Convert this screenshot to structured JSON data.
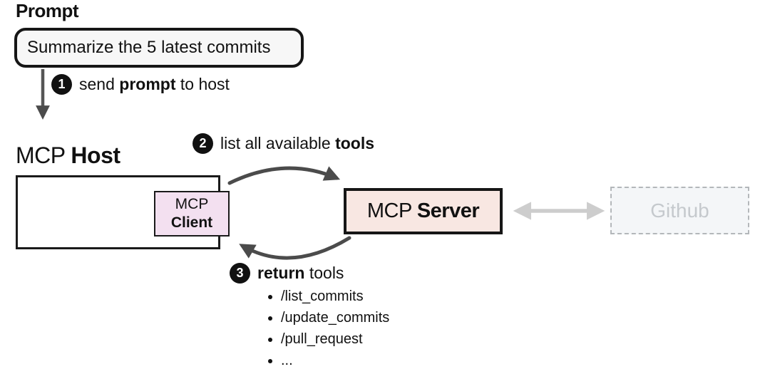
{
  "prompt": {
    "title": "Prompt",
    "box_text": "Summarize the 5 latest commits"
  },
  "steps": {
    "step1": {
      "number": "1",
      "pre": "send ",
      "bold": "prompt",
      "post": " to host"
    },
    "step2": {
      "number": "2",
      "pre": "list all available ",
      "bold": "tools",
      "post": ""
    },
    "step3": {
      "number": "3",
      "pre": "",
      "bold": "return",
      "post": " tools"
    }
  },
  "host": {
    "label_regular": "MCP ",
    "label_bold": "Host"
  },
  "client": {
    "line1": "MCP",
    "line2": "Client"
  },
  "server": {
    "label_regular": "MCP ",
    "label_bold": "Server"
  },
  "github": {
    "label": "Github"
  },
  "tools": [
    "/list_commits",
    "/update_commits",
    "/pull_request",
    "..."
  ],
  "colors": {
    "client_fill": "#f3e0f0",
    "server_fill": "#f8e7e2",
    "prompt_fill": "#f7f7f7",
    "github_fill": "#f4f6f8",
    "github_border": "#b3b7ba",
    "github_text": "#c5c9cd",
    "box_outline": "#161616",
    "arrow_dark": "#4b4b4b",
    "arrow_light": "#cdcdcd",
    "badge_bg": "#111111"
  }
}
